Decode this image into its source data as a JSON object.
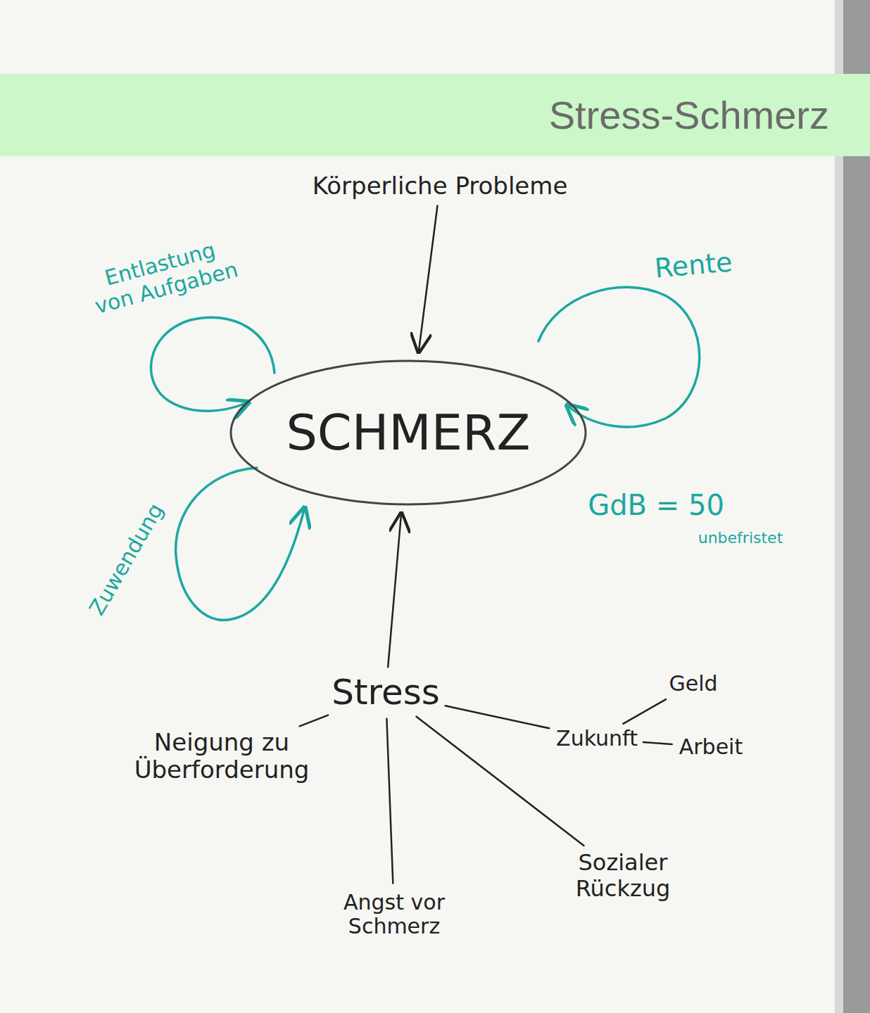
{
  "diagram": {
    "title": "Stress-Schmerz",
    "nodes": [
      {
        "text": [
          "Körperliche Probleme"
        ]
      },
      {
        "text": [
          "SCHMERZ"
        ]
      },
      {
        "text": [
          "Stress"
        ]
      },
      {
        "text": [
          "Neigung zu Überforderung"
        ]
      },
      {
        "text": [
          "Zukunft"
        ]
      },
      {
        "text": [
          "Geld"
        ]
      },
      {
        "text": [
          "Arbeit"
        ]
      },
      {
        "text": [
          "Angst vor Schmerz"
        ]
      },
      {
        "text": [
          "Sozialer Rückzug"
        ]
      }
    ],
    "edges": [
      {
        "from": 0,
        "to": 1,
        "arrow": "to"
      },
      {
        "from": 2,
        "to": 1,
        "arrow": "to"
      },
      {
        "from": 2,
        "to": 3,
        "arrow": "none"
      },
      {
        "from": 2,
        "to": 4,
        "arrow": "none"
      },
      {
        "from": 2,
        "to": 7,
        "arrow": "none"
      },
      {
        "from": 2,
        "to": 8,
        "arrow": "none"
      },
      {
        "from": 4,
        "to": 5,
        "arrow": "none"
      },
      {
        "from": 4,
        "to": 6,
        "arrow": "none"
      }
    ],
    "labels": [
      "Entlastung von Aufgaben",
      "Rente",
      "Zuwendung",
      "GdB = 50",
      "unbefristet"
    ]
  }
}
